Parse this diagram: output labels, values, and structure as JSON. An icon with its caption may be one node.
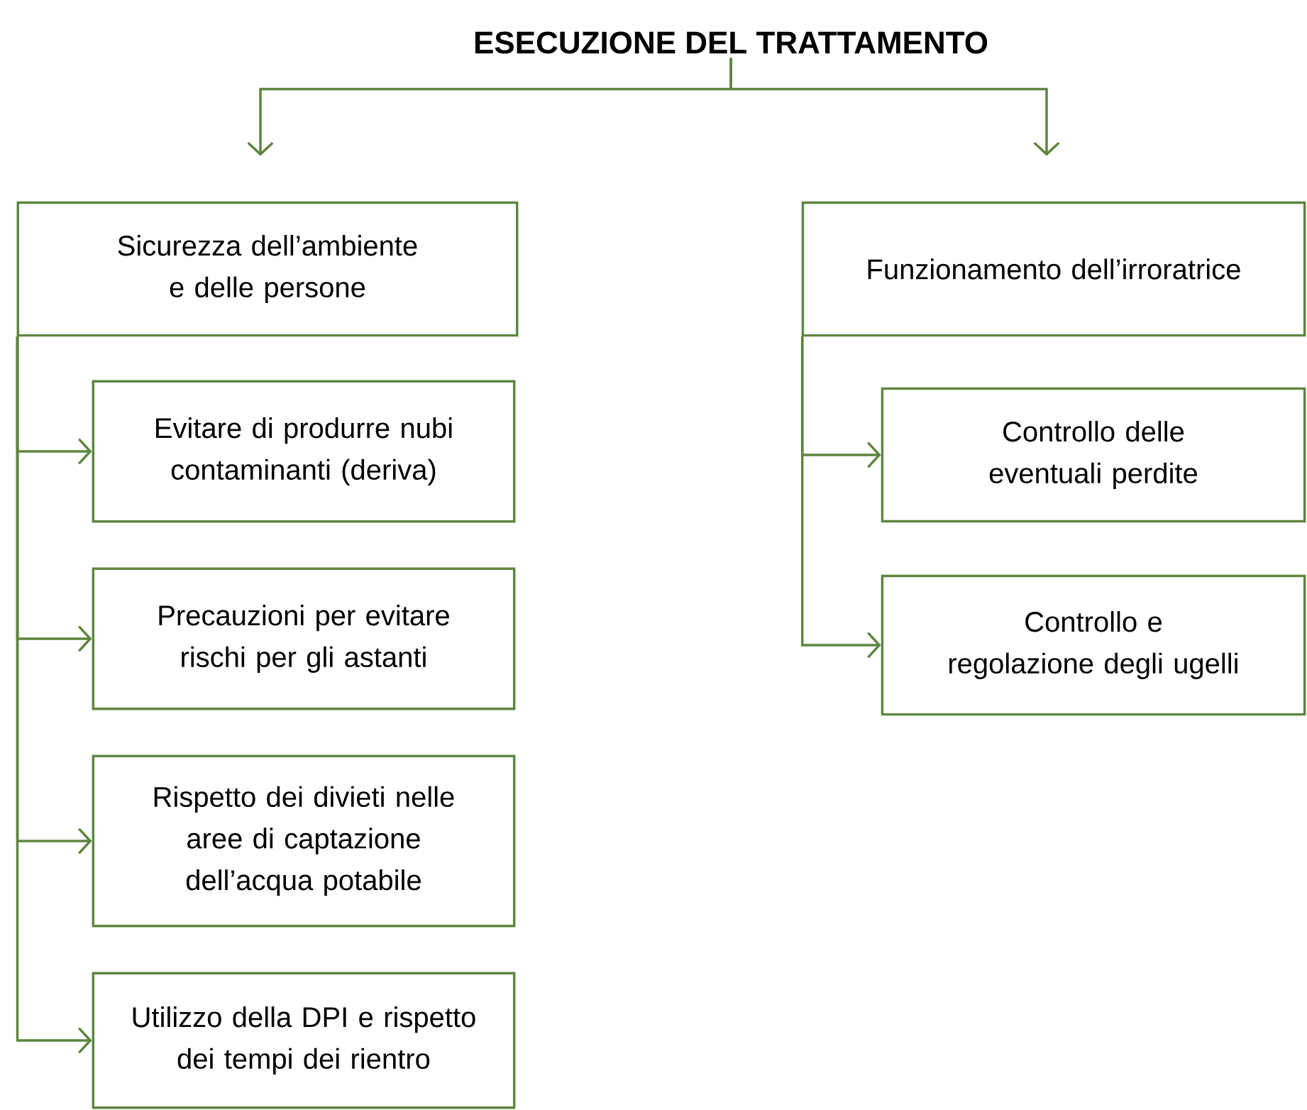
{
  "diagram": {
    "nodes": [
      {
        "text": [
          "ESECUZIONE DEL TRATTAMENTO"
        ]
      },
      {
        "text": [
          "Sicurezza dell’ambiente e delle persone"
        ]
      },
      {
        "text": [
          "Evitare di produrre nubi contaminanti (deriva)"
        ]
      },
      {
        "text": [
          "Precauzioni per evitare rischi per gli astanti"
        ]
      },
      {
        "text": [
          "Rispetto dei divieti nelle aree di captazione dell’acqua potabile"
        ]
      },
      {
        "text": [
          "Utilizzo della DPI e rispetto dei tempi dei rientro"
        ]
      },
      {
        "text": [
          "Funzionamento dell’irroratrice"
        ]
      },
      {
        "text": [
          "Controllo delle eventuali perdite"
        ]
      },
      {
        "text": [
          "Controllo e regolazione degli ugelli"
        ]
      }
    ],
    "edges": [
      {
        "from": 0,
        "to": 1,
        "arrow": "to"
      },
      {
        "from": 0,
        "to": 6,
        "arrow": "to"
      },
      {
        "from": 1,
        "to": 2,
        "arrow": "to"
      },
      {
        "from": 1,
        "to": 3,
        "arrow": "to"
      },
      {
        "from": 1,
        "to": 4,
        "arrow": "to"
      },
      {
        "from": 1,
        "to": 5,
        "arrow": "to"
      },
      {
        "from": 6,
        "to": 7,
        "arrow": "to"
      },
      {
        "from": 6,
        "to": 8,
        "arrow": "to"
      }
    ]
  }
}
